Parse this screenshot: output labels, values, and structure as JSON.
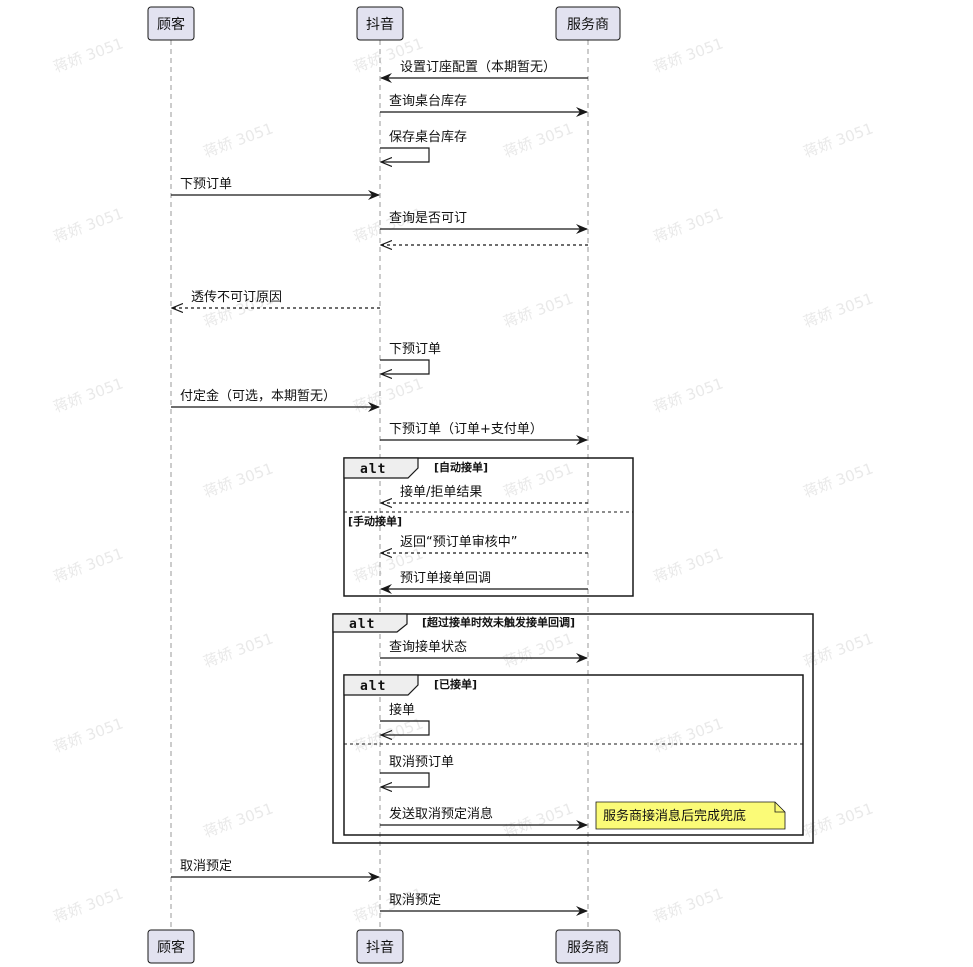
{
  "participants": [
    {
      "id": "customer",
      "label": "顾客"
    },
    {
      "id": "douyin",
      "label": "抖音"
    },
    {
      "id": "provider",
      "label": "服务商"
    }
  ],
  "messages": [
    {
      "label": "设置订座配置（本期暂无）",
      "from": "provider",
      "to": "douyin",
      "style": "solid"
    },
    {
      "label": "查询桌台库存",
      "from": "douyin",
      "to": "provider",
      "style": "solid"
    },
    {
      "label": "保存桌台库存",
      "from": "douyin",
      "to": "douyin",
      "style": "self"
    },
    {
      "label": "下预订单",
      "from": "customer",
      "to": "douyin",
      "style": "solid"
    },
    {
      "label": "查询是否可订",
      "from": "douyin",
      "to": "provider",
      "style": "solid"
    },
    {
      "label": "",
      "from": "provider",
      "to": "douyin",
      "style": "dashed"
    },
    {
      "label": "透传不可订原因",
      "from": "douyin",
      "to": "customer",
      "style": "dashed"
    },
    {
      "label": "下预订单",
      "from": "douyin",
      "to": "douyin",
      "style": "self"
    },
    {
      "label": "付定金（可选，本期暂无）",
      "from": "customer",
      "to": "douyin",
      "style": "solid"
    },
    {
      "label": "下预订单（订单+支付单）",
      "from": "douyin",
      "to": "provider",
      "style": "solid"
    },
    {
      "label": "接单/拒单结果",
      "from": "provider",
      "to": "douyin",
      "style": "dashed"
    },
    {
      "label": "返回“预订单审核中”",
      "from": "provider",
      "to": "douyin",
      "style": "dashed"
    },
    {
      "label": "预订单接单回调",
      "from": "provider",
      "to": "douyin",
      "style": "solid"
    },
    {
      "label": "查询接单状态",
      "from": "douyin",
      "to": "provider",
      "style": "solid"
    },
    {
      "label": "接单",
      "from": "douyin",
      "to": "douyin",
      "style": "self"
    },
    {
      "label": "取消预订单",
      "from": "douyin",
      "to": "douyin",
      "style": "self"
    },
    {
      "label": "发送取消预定消息",
      "from": "douyin",
      "to": "provider",
      "style": "solid"
    },
    {
      "label": "取消预定",
      "from": "customer",
      "to": "douyin",
      "style": "solid"
    },
    {
      "label": "取消预定",
      "from": "douyin",
      "to": "provider",
      "style": "solid"
    }
  ],
  "fragments": [
    {
      "keyword": "alt",
      "guard": "[自动接单]",
      "else_guard": "[手动接单]"
    },
    {
      "keyword": "alt",
      "guard": "[超过接单时效未触发接单回调]"
    },
    {
      "keyword": "alt",
      "guard": "[已接单]"
    }
  ],
  "note": {
    "text": "服务商接消息后完成兜底"
  },
  "watermark": {
    "text": "蒋娇 3051"
  },
  "colors": {
    "participant_fill": "#e2e2f0",
    "participant_stroke": "#181818",
    "note_fill": "#fbfb77",
    "lifeline": "#9a9a9a"
  }
}
